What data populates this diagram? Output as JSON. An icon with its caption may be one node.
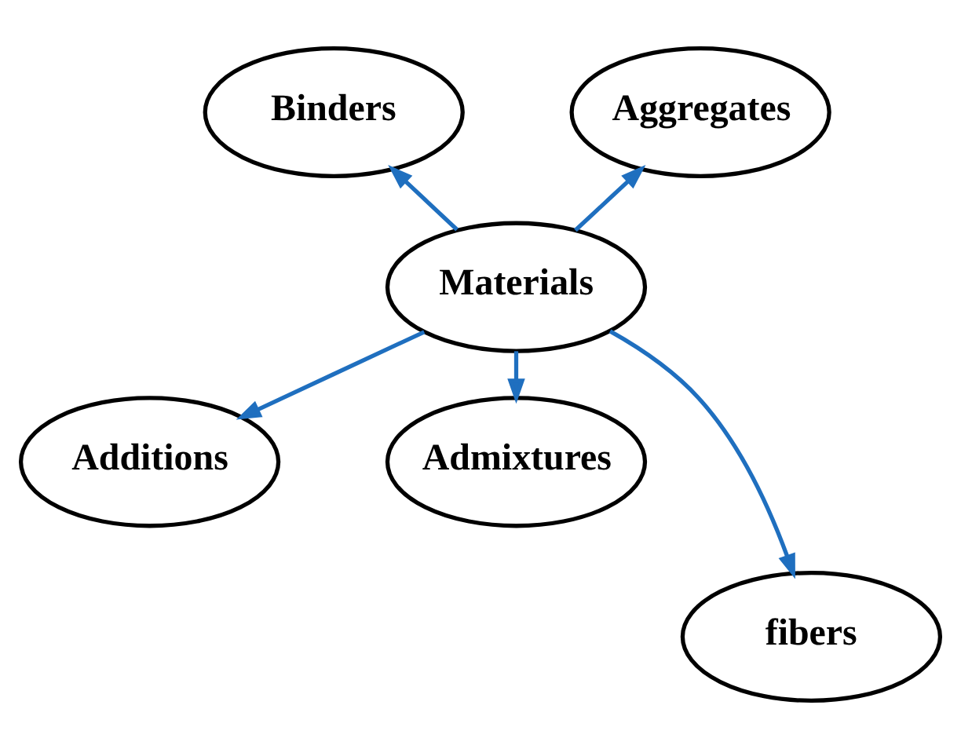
{
  "diagram": {
    "nodes": [
      {
        "text": [
          "Binders"
        ]
      },
      {
        "text": [
          "Aggregates"
        ]
      },
      {
        "text": [
          "Materials"
        ]
      },
      {
        "text": [
          "Additions"
        ]
      },
      {
        "text": [
          "Admixtures"
        ]
      },
      {
        "text": [
          "fibers"
        ]
      }
    ],
    "edges": [
      {
        "from": 2,
        "to": 0,
        "arrow": "to"
      },
      {
        "from": 2,
        "to": 1,
        "arrow": "to"
      },
      {
        "from": 2,
        "to": 3,
        "arrow": "to"
      },
      {
        "from": 2,
        "to": 5,
        "arrow": "to"
      },
      {
        "from": 2,
        "to": 4,
        "arrow": "to"
      }
    ]
  }
}
